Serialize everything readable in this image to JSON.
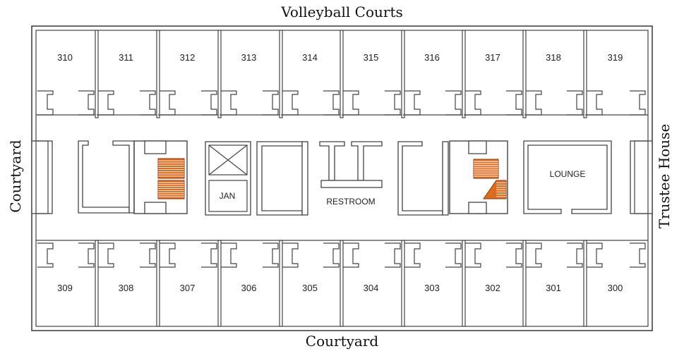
{
  "labels": {
    "top": "Volleyball Courts",
    "bottom": "Courtyard",
    "left": "Courtyard",
    "right": "Trustee House"
  },
  "rooms_top": [
    "310",
    "311",
    "312",
    "313",
    "314",
    "315",
    "316",
    "317",
    "318",
    "319"
  ],
  "rooms_bottom": [
    "309",
    "308",
    "307",
    "306",
    "305",
    "304",
    "303",
    "302",
    "301",
    "300"
  ],
  "areas": {
    "janitor": "JAN",
    "restroom": "RESTROOM",
    "lounge": "LOUNGE"
  },
  "colors": {
    "stairs": "#e06a1c",
    "walls": "#444444"
  }
}
